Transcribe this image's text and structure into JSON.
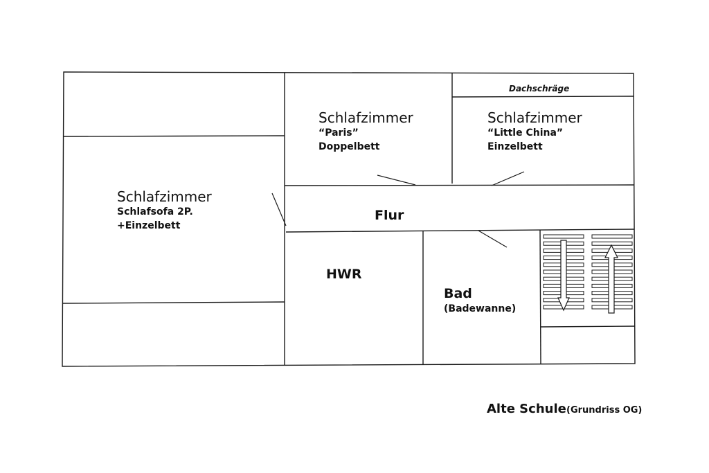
{
  "rooms": {
    "bedroom_left": {
      "title": "Schlafzimmer",
      "line1": "Schlafsofa 2P.",
      "line2": "+Einzelbett"
    },
    "bedroom_paris": {
      "title": "Schlafzimmer",
      "line1": "“Paris”",
      "line2": "Doppelbett"
    },
    "bedroom_china": {
      "title": "Schlafzimmer",
      "line1": "“Little China”",
      "line2": "Einzelbett"
    },
    "roof_slope": "Dachschräge",
    "hallway": "Flur",
    "utility": "HWR",
    "bathroom": {
      "title": "Bad",
      "line1": "(Badewanne)"
    }
  },
  "caption": {
    "main": "Alte Schule",
    "sub": "(Grundriss OG)"
  },
  "stairs": {
    "left_direction": "down",
    "right_direction": "up"
  }
}
